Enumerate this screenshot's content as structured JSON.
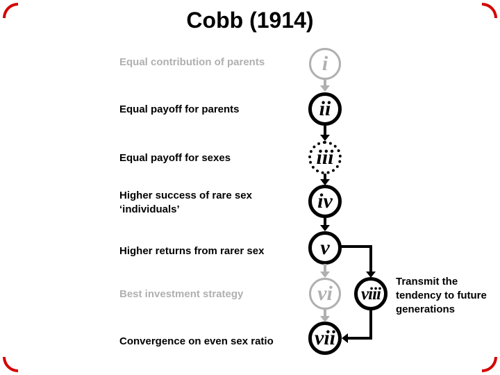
{
  "slide": {
    "title": "Cobb (1914)",
    "background_color": "#ffffff",
    "corner_accent_color": "#d40000",
    "dimmed_color": "#b0b0b0",
    "active_color": "#000000"
  },
  "steps": [
    {
      "numeral": "i",
      "label": "Equal contribution of parents",
      "dimmed": true,
      "border_style": "solid"
    },
    {
      "numeral": "ii",
      "label": "Equal payoff for parents",
      "dimmed": false,
      "border_style": "solid"
    },
    {
      "numeral": "iii",
      "label": "Equal payoff for sexes",
      "dimmed": false,
      "border_style": "dotted"
    },
    {
      "numeral": "iv",
      "label": "Higher success of rare sex\n‘individuals’",
      "dimmed": false,
      "border_style": "solid"
    },
    {
      "numeral": "v",
      "label": "Higher returns from rarer sex",
      "dimmed": false,
      "border_style": "solid"
    },
    {
      "numeral": "vi",
      "label": "Best investment strategy",
      "dimmed": true,
      "border_style": "solid"
    },
    {
      "numeral": "vii",
      "label": "Convergence on even sex ratio",
      "dimmed": false,
      "border_style": "solid"
    }
  ],
  "branch": {
    "numeral": "viii",
    "note_lines": [
      "Transmit the",
      "tendency to future",
      "generations"
    ]
  }
}
